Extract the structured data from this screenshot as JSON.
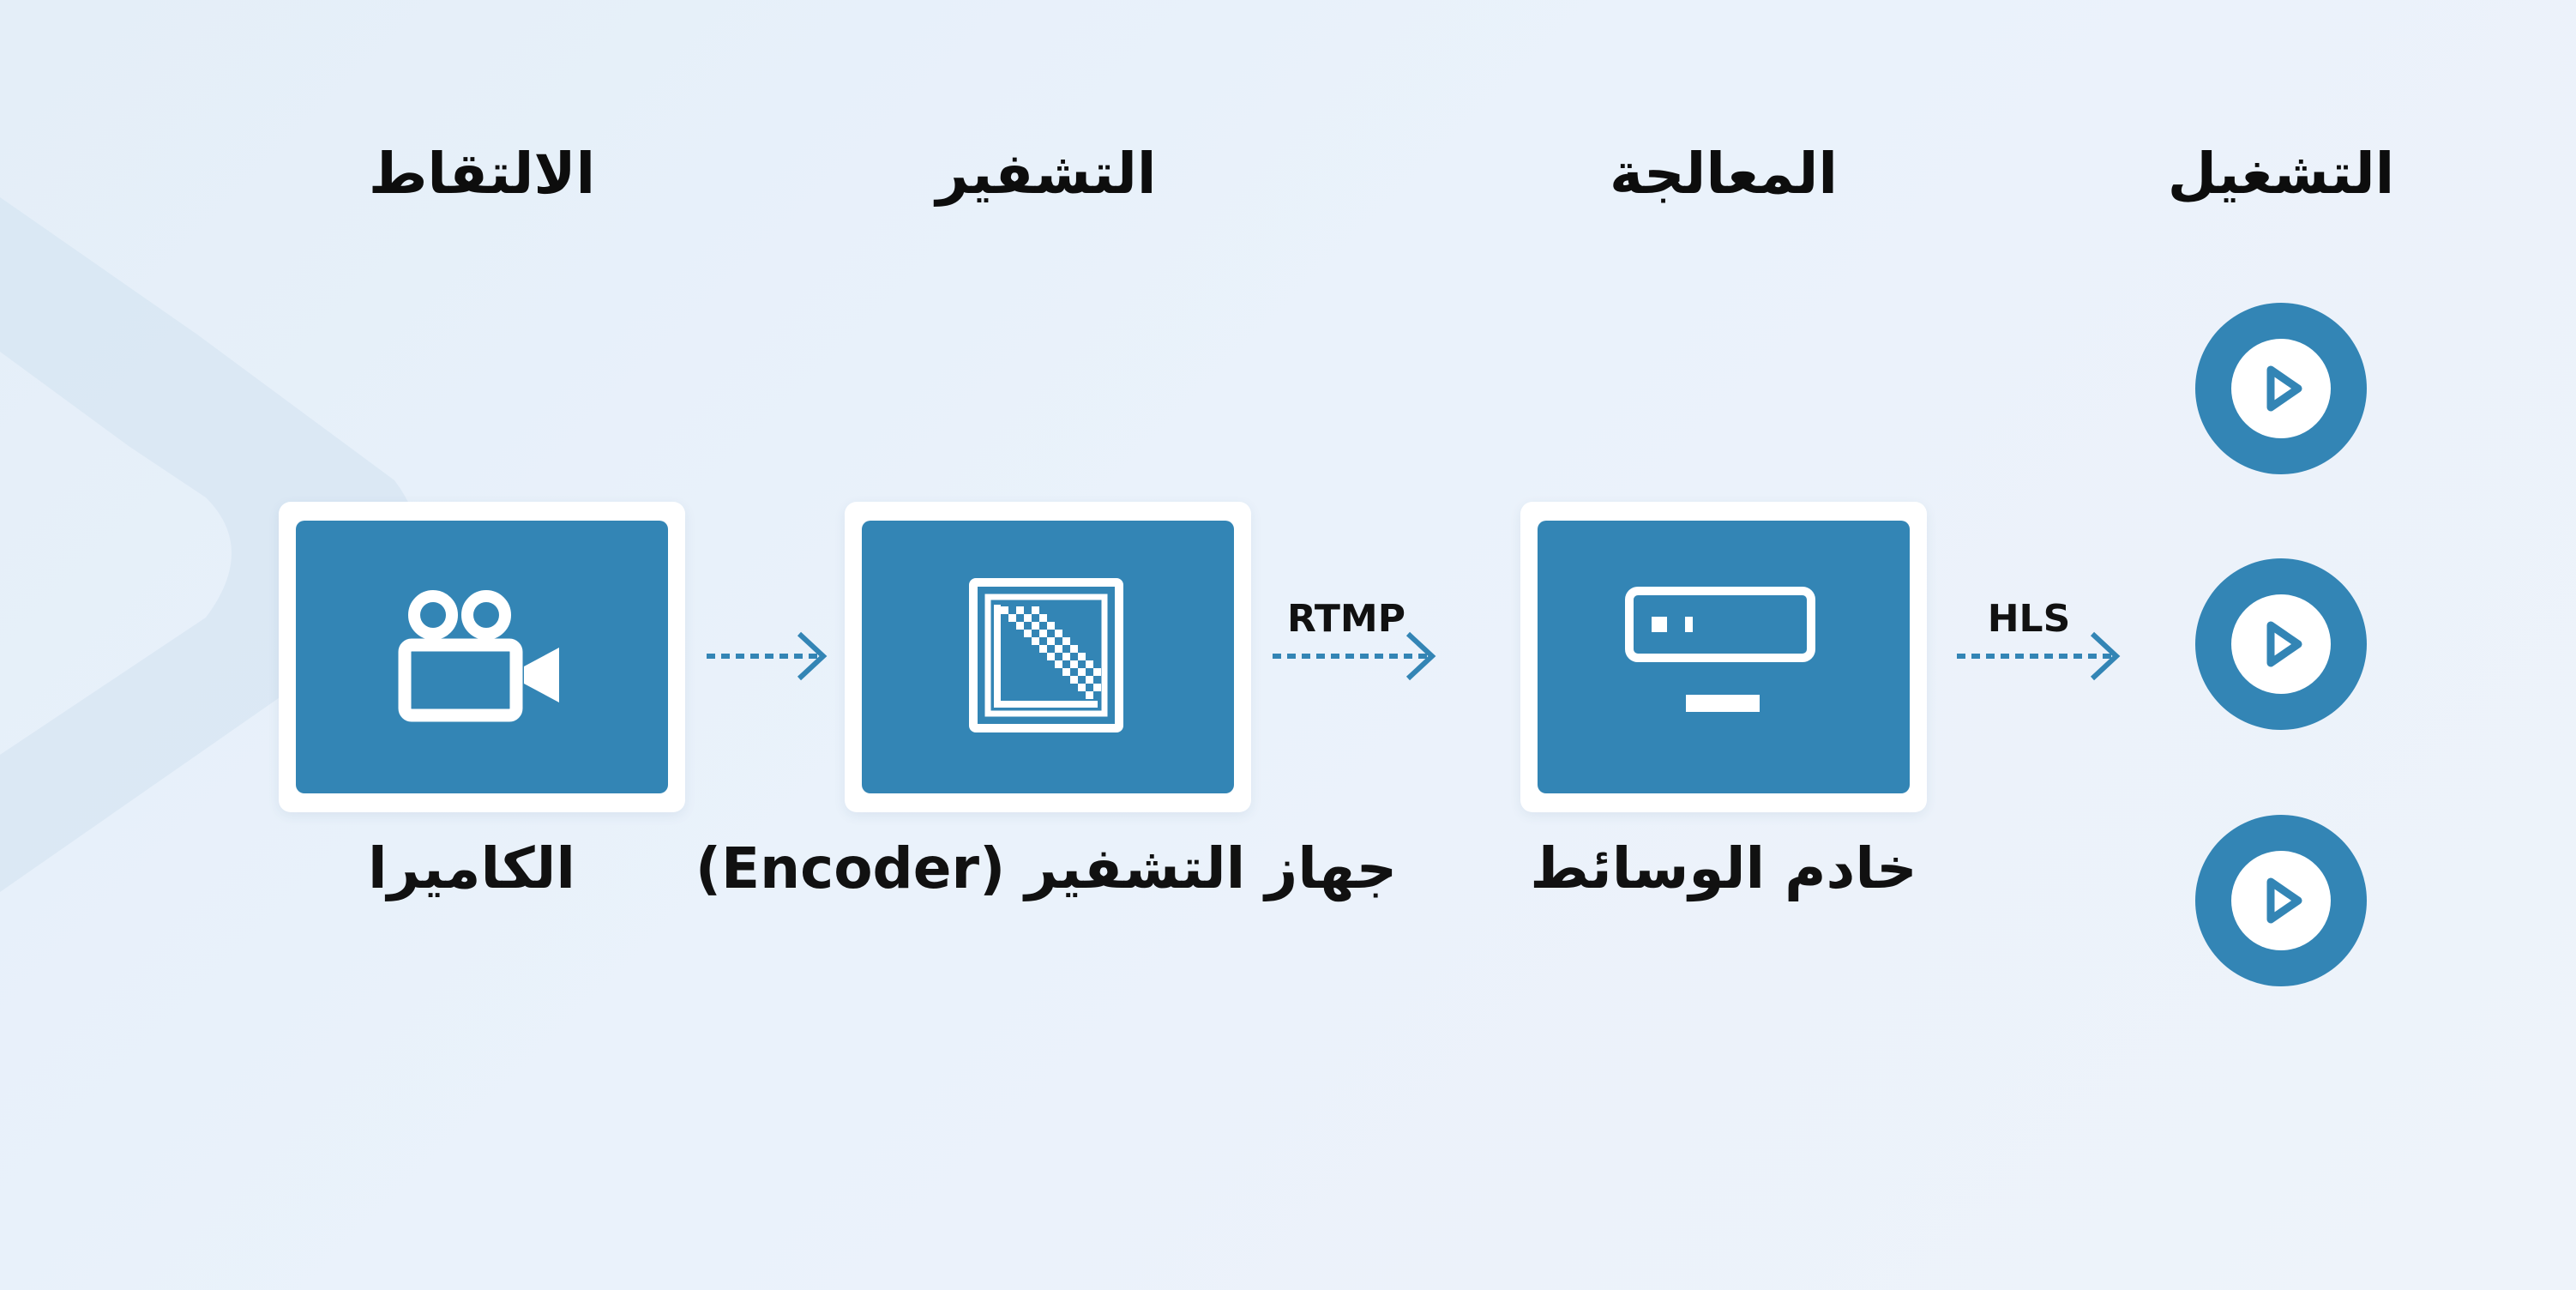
{
  "stages": [
    "الالتقاط",
    "التشفير",
    "المعالجة",
    "التشغيل"
  ],
  "nodes": [
    {
      "label": "الكاميرا",
      "icon": "video-camera-icon"
    },
    {
      "label": "جهاز التشفير (Encoder)",
      "icon": "encoder-icon"
    },
    {
      "label": "خادم الوسائط",
      "icon": "media-server-icon"
    }
  ],
  "connections": [
    {
      "from": "الكاميرا",
      "to": "جهاز التشفير (Encoder)",
      "label": ""
    },
    {
      "from": "جهاز التشفير (Encoder)",
      "to": "خادم الوسائط",
      "label": "RTMP"
    },
    {
      "from": "خادم الوسائط",
      "to": "التشغيل",
      "label": "HLS"
    }
  ],
  "players": [
    "play-icon",
    "play-icon",
    "play-icon"
  ],
  "colors": {
    "accent": "#3385b5",
    "background": "#e9f1fa",
    "card": "#ffffff"
  }
}
